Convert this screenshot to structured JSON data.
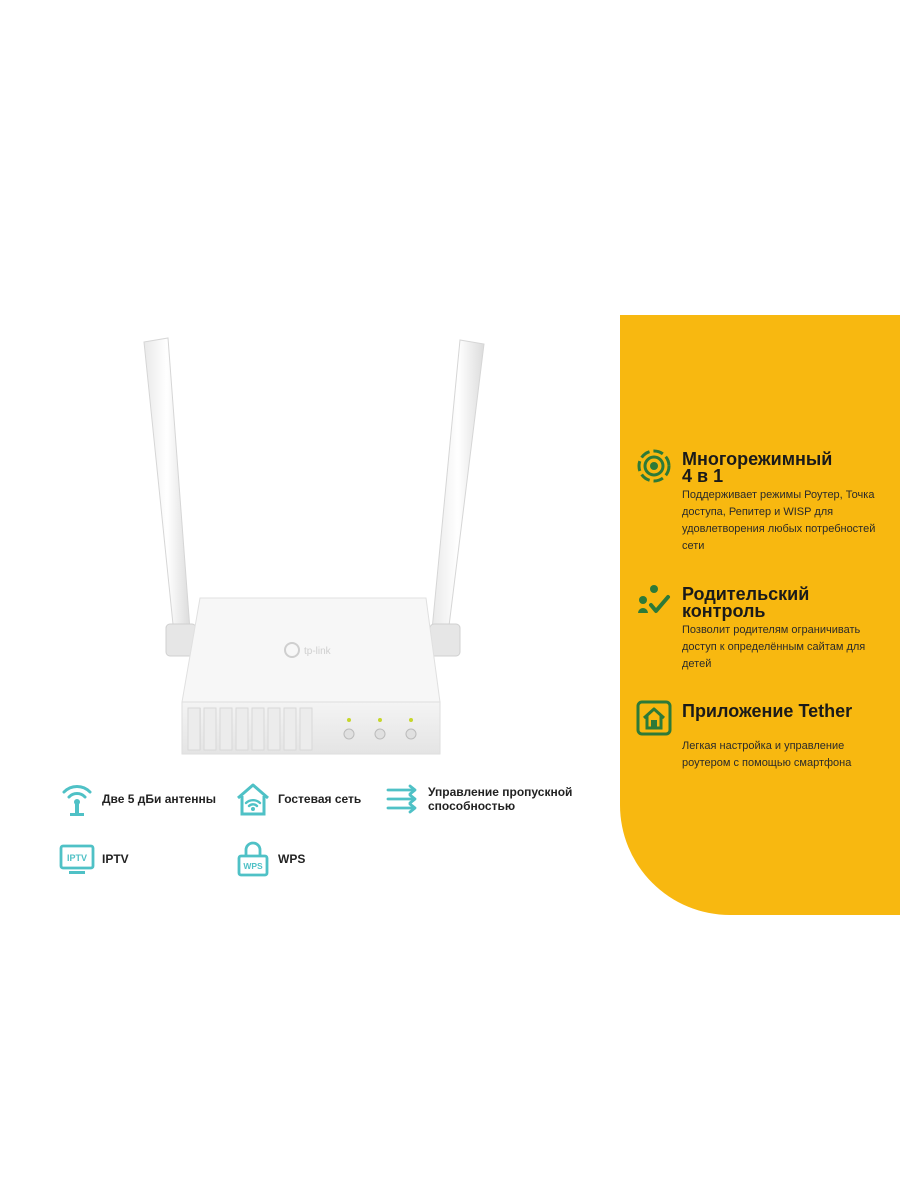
{
  "colors": {
    "accent_panel": "#f8b810",
    "icon_teal": "#4fc1c6",
    "icon_green": "#2d7a38",
    "router_white": "#ffffff"
  },
  "product": {
    "brand_logo_text": "tp-link",
    "led_count": 3
  },
  "features_left": [
    {
      "icon": "wifi-antenna-icon",
      "label": "Две 5 дБи антенны"
    },
    {
      "icon": "guest-network-icon",
      "label": "Гостевая сеть"
    },
    {
      "icon": "bandwidth-control-icon",
      "label": "Управление пропускной способностью"
    },
    {
      "icon": "iptv-icon",
      "label": "IPTV",
      "badge": "IPTV"
    },
    {
      "icon": "wps-icon",
      "label": "WPS",
      "badge": "WPS"
    }
  ],
  "panel": {
    "items": [
      {
        "icon": "multi-mode-icon",
        "title": "Многорежимный\n4 в 1",
        "desc": "Поддерживает режимы Роутер, Точка доступа, Репитер и WISP для удовлетворения любых потребностей сети"
      },
      {
        "icon": "parental-control-icon",
        "title": "Родительский\nконтроль",
        "desc": "Позволит родителям ограничивать доступ к определённым сайтам для детей"
      },
      {
        "icon": "tether-app-icon",
        "title": "Приложение Tether",
        "desc": "Легкая настройка и управление роутером с помощью смартфона"
      }
    ]
  }
}
